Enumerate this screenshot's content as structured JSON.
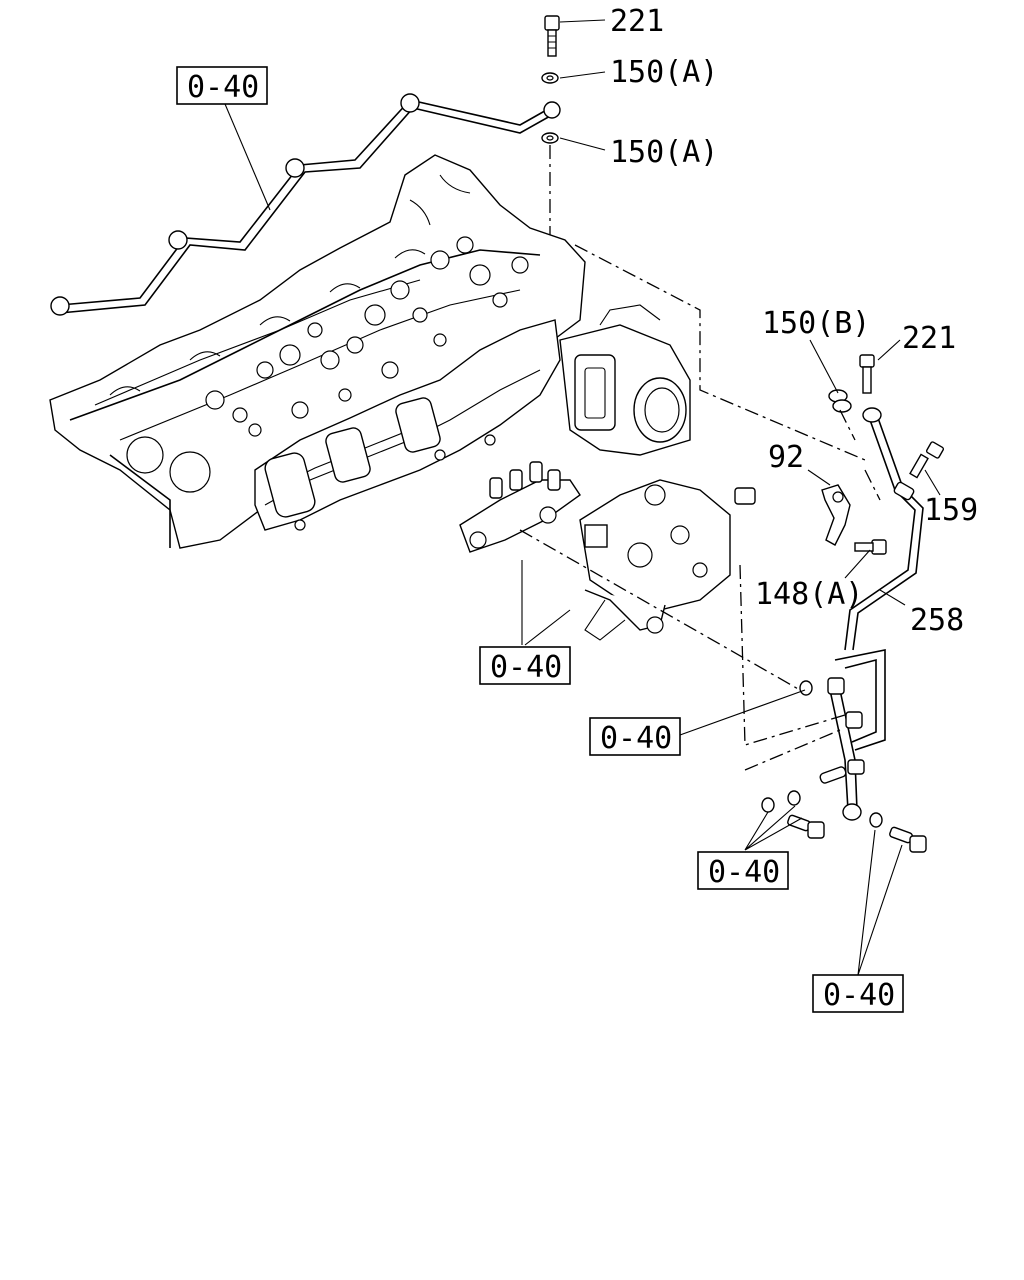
{
  "callouts": {
    "c221_top": "221",
    "c150a_1": "150(A)",
    "c150a_2": "150(A)",
    "c150b": "150(B)",
    "c221_right": "221",
    "c92": "92",
    "c159": "159",
    "c148a": "148(A)",
    "c258": "258"
  },
  "references": {
    "ref1": "0-40",
    "ref2": "0-40",
    "ref3": "0-40",
    "ref4": "0-40",
    "ref5": "0-40"
  }
}
